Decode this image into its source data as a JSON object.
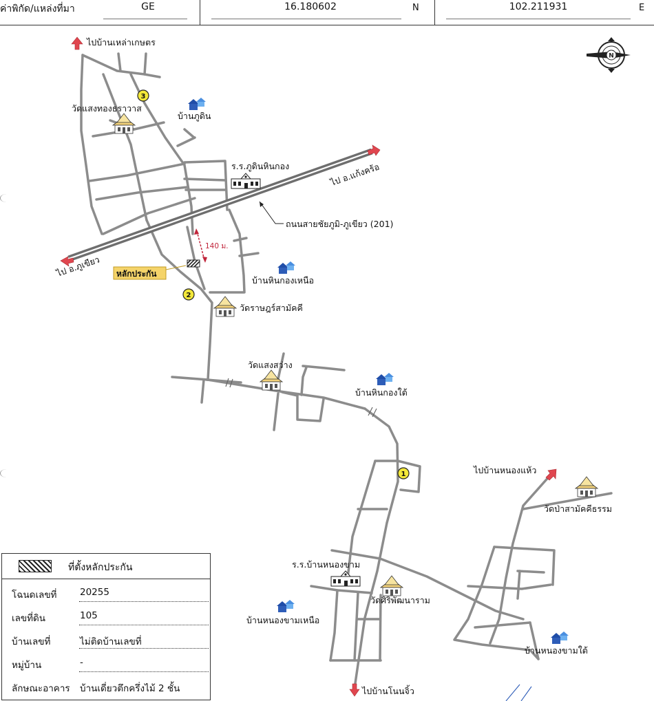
{
  "header": {
    "source_label": "ค่าพิกัด/แหล่งที่มา",
    "source_value": "GE",
    "lat_value": "16.180602",
    "lat_unit": "N",
    "lon_value": "102.211931",
    "lon_unit": "E"
  },
  "compass": {
    "icon": "compass-north-arrow-icon",
    "letter": "N"
  },
  "places": {
    "to_lao_kaset": "ไปบ้านเหล่าเกษตร",
    "wat_saeng_thong": "วัดแสงทองธราวาส",
    "ban_phu_din": "บ้านภูดิน",
    "school_phu_din": "ร.ร.ภูดินหินกอง",
    "to_kaeng_khro": "ไป อ.แก้งคร้อ",
    "highway": "ถนนสายชัยภูมิ-ภูเขียว (201)",
    "to_phu_khiao": "ไป อ.ภูเขียว",
    "distance": "140 ม.",
    "collateral": "หลักประกัน",
    "ban_hin_kong_nuea": "บ้านหินกองเหนือ",
    "wat_rat_samakkhi": "วัดราษฎร์สามัคคี",
    "wat_saeng_sawang": "วัดแสงสว่าง",
    "ban_hin_kong_tai": "บ้านหินกองใต้",
    "to_nong_haeo": "ไปบ้านหนองแห้ว",
    "wat_pa_samakkhi": "วัดป่าสามัคคีธรรม",
    "school_nong_kham": "ร.ร.บ้านหนองขาม",
    "wat_siri": "วัดศิริพัฒนาราม",
    "ban_nong_kham_nuea": "บ้านหนองขามเหนือ",
    "ban_nong_kham_tai": "บ้านหนองขามใต้",
    "to_non_chio": "ไปบ้านโนนจิ้ว"
  },
  "markers": [
    "1",
    "2",
    "3"
  ],
  "legend": {
    "title": "ที่ตั้งหลักประกัน",
    "rows": [
      {
        "label": "โฉนดเลขที่",
        "value": "20255"
      },
      {
        "label": "เลขที่ดิน",
        "value": "105"
      },
      {
        "label": "บ้านเลขที่",
        "value": "ไม่ติดบ้านเลขที่"
      },
      {
        "label": "หมู่บ้าน",
        "value": "-"
      },
      {
        "label": "ลักษณะอาคาร",
        "value": "บ้านเดี่ยวตึกครึ่งไม้ 2 ชั้น"
      }
    ]
  },
  "colors": {
    "road": "#8c8c8c",
    "highway": "#666666",
    "arrow": "#e0464f",
    "house": "#2e5db8",
    "marker": "#f3e83a",
    "collateral_label": "#f5d46a",
    "distance": "#c0243a"
  }
}
